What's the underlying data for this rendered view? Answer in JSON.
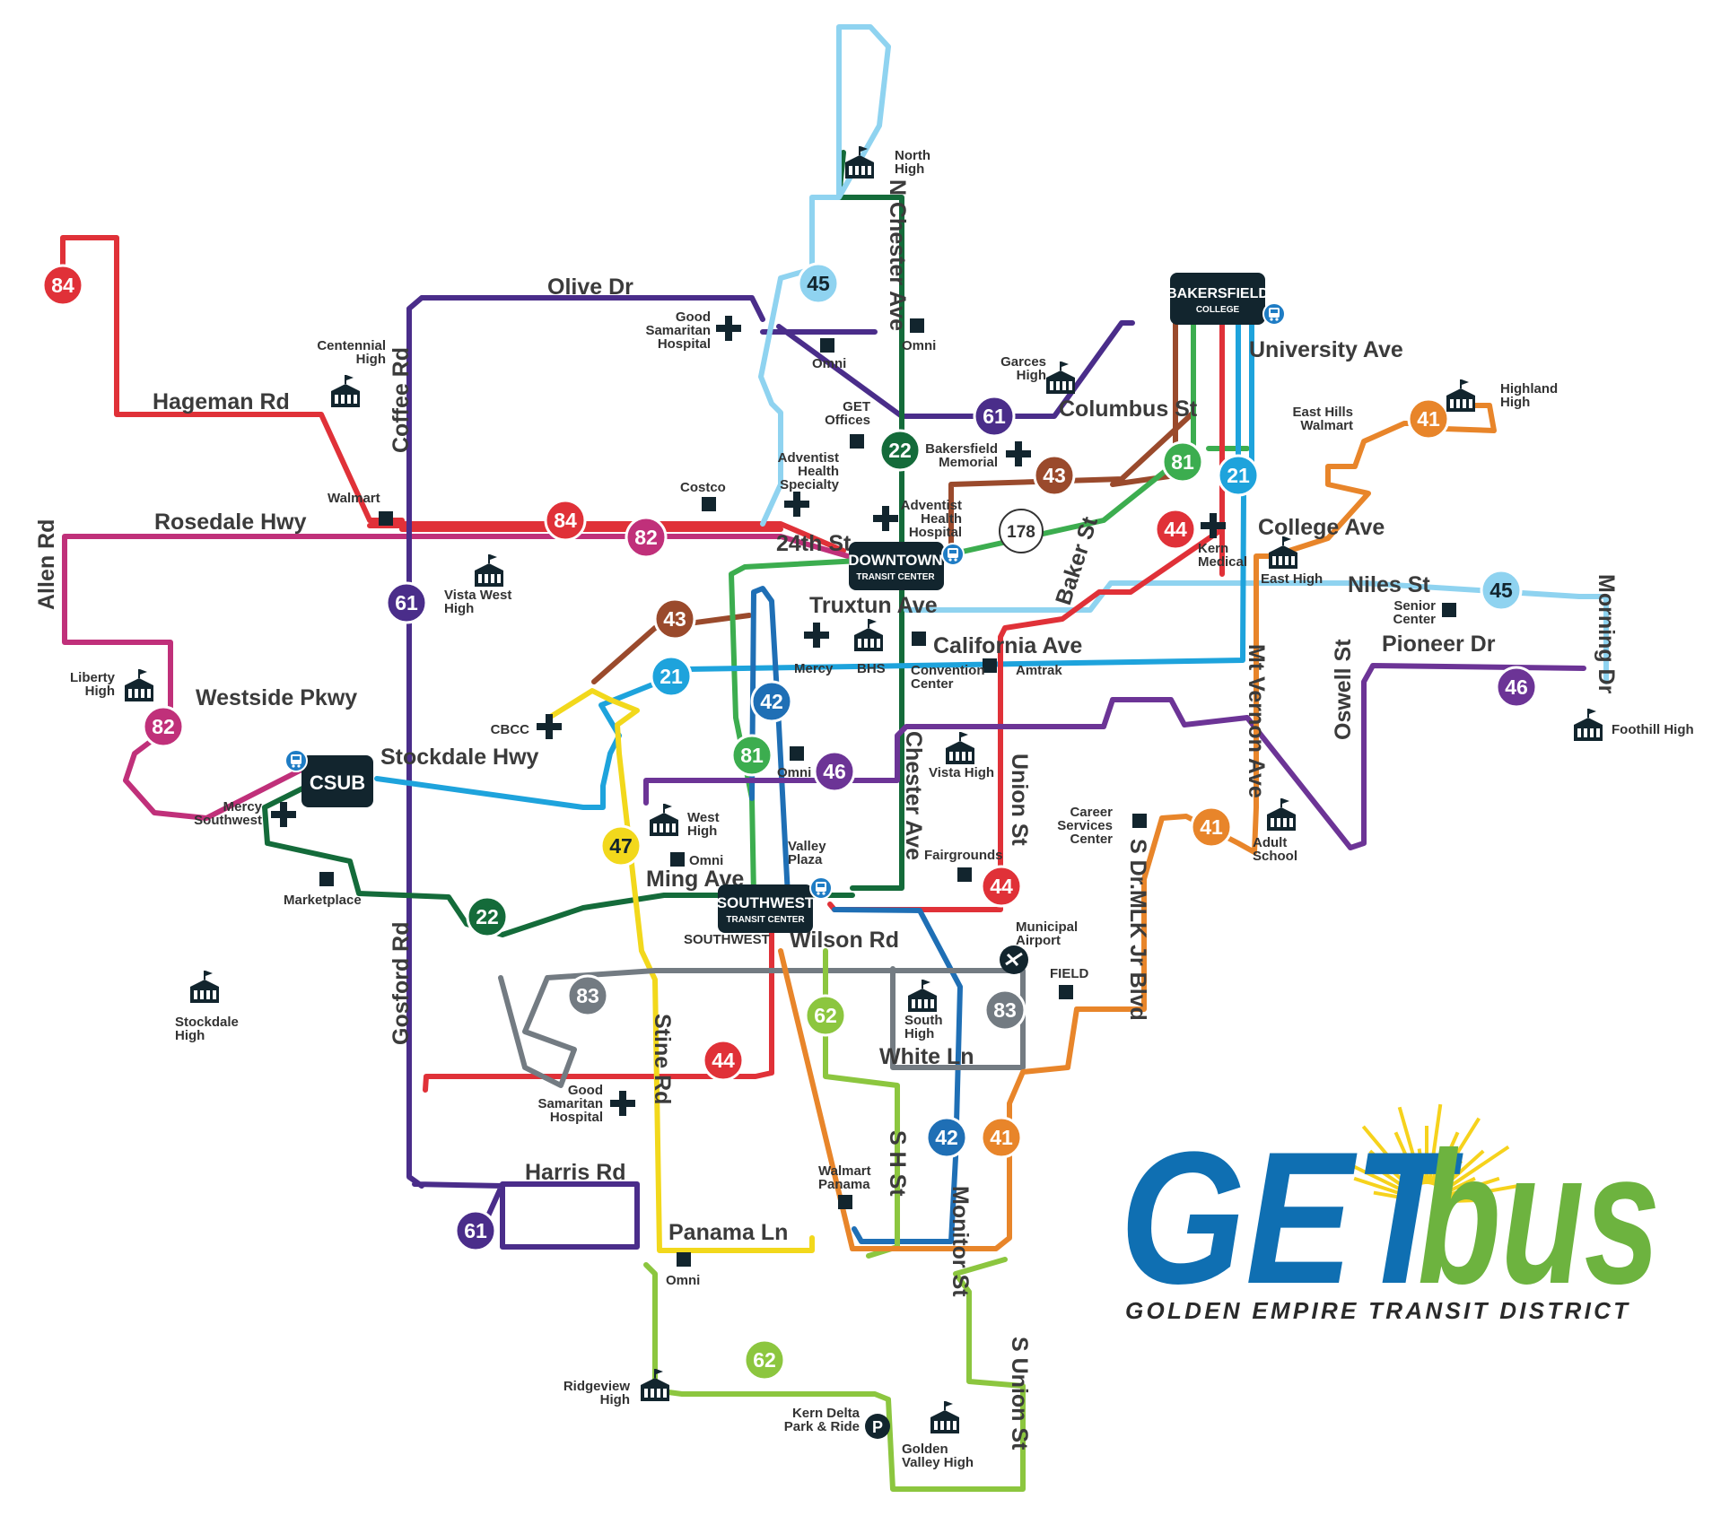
{
  "colors": {
    "r84": "#e03138",
    "r82": "#c0307a",
    "r61": "#4a2d8a",
    "r22": "#146b3a",
    "r45": "#8fd3f0",
    "r43": "#9a4a2c",
    "r81": "#3cad4f",
    "r21": "#1ea3dc",
    "r44": "#e03138",
    "r42": "#1f6fb5",
    "r46": "#6c3496",
    "r47": "#f2d81c",
    "r83": "#737b82",
    "r62": "#8cc63f",
    "r41": "#e8852a",
    "r178": "#ffffff",
    "hub": "#12252e",
    "logo_blue": "#0f6fb2",
    "logo_green": "#6db33f",
    "logo_sun": "#f6d21c"
  },
  "routes": [
    {
      "id": "84",
      "label": "84"
    },
    {
      "id": "82",
      "label": "82"
    },
    {
      "id": "61",
      "label": "61"
    },
    {
      "id": "22",
      "label": "22"
    },
    {
      "id": "45",
      "label": "45"
    },
    {
      "id": "43",
      "label": "43"
    },
    {
      "id": "81",
      "label": "81"
    },
    {
      "id": "21",
      "label": "21"
    },
    {
      "id": "44",
      "label": "44"
    },
    {
      "id": "42",
      "label": "42"
    },
    {
      "id": "46",
      "label": "46"
    },
    {
      "id": "47",
      "label": "47"
    },
    {
      "id": "83",
      "label": "83"
    },
    {
      "id": "62",
      "label": "62"
    },
    {
      "id": "41",
      "label": "41"
    },
    {
      "id": "178",
      "label": "178"
    }
  ],
  "streets": {
    "olive_dr": "Olive Dr",
    "hageman_rd": "Hageman Rd",
    "rosedale_hwy": "Rosedale Hwy",
    "allen_rd": "Allen Rd",
    "coffee_rd": "Coffee Rd",
    "westside_pkwy": "Westside Pkwy",
    "stockdale_hwy": "Stockdale Hwy",
    "gosford_rd": "Gosford Rd",
    "harris_rd": "Harris Rd",
    "ming_ave": "Ming Ave",
    "stine_rd": "Stine Rd",
    "panama_ln": "Panama Ln",
    "wilson_rd": "Wilson Rd",
    "white_ln": "White Ln",
    "s_h_st": "S H St",
    "monitor_st": "Monitor St",
    "s_union_st": "S Union St",
    "n_chester_ave": "N Chester Ave",
    "chester_ave": "Chester Ave",
    "columbus_st": "Columbus St",
    "university_ave": "University Ave",
    "st_24th": "24th St",
    "truxtun_ave": "Truxtun Ave",
    "california_ave": "California Ave",
    "baker_st": "Baker St",
    "union_st": "Union St",
    "college_ave": "College Ave",
    "niles_st": "Niles St",
    "pioneer_dr": "Pioneer Dr",
    "morning_dr": "Morning Dr",
    "oswell_st": "Oswell St",
    "mt_vernon_ave": "Mt Vernon Ave",
    "s_dr_mlk": "S Dr.MLK Jr Blvd"
  },
  "places": {
    "north_high": "North\nHigh",
    "good_samaritan_1": "Good\nSamaritan\nHospital",
    "omni_1": "Omni",
    "omni_2": "Omni",
    "omni_3": "Omni",
    "omni_4": "Omni",
    "omni_5": "Omni",
    "centennial_high": "Centennial\nHigh",
    "garces_high": "Garces\nHigh",
    "get_offices": "GET\nOffices",
    "adventist_specialty": "Adventist\nHealth\nSpecialty",
    "bakersfield_memorial": "Bakersfield\nMemorial",
    "adventist_hospital": "Adventist\nHealth\nHospital",
    "costco": "Costco",
    "walmart_1": "Walmart",
    "vista_west_high": "Vista West\nHigh",
    "kern_medical": "Kern\nMedical",
    "east_hills_walmart": "East Hills\nWalmart",
    "highland_high": "Highland\nHigh",
    "east_high": "East High",
    "senior_center": "Senior\nCenter",
    "liberty_high": "Liberty\nHigh",
    "mercy": "Mercy",
    "bhs": "BHS",
    "convention_center": "Convention\nCenter",
    "amtrak": "Amtrak",
    "cbcc": "CBCC",
    "foothill_high": "Foothill High",
    "mercy_southwest": "Mercy\nSouthwest",
    "vista_high": "Vista High",
    "west_high": "West\nHigh",
    "career_services": "Career\nServices\nCenter",
    "adult_school": "Adult\nSchool",
    "valley_plaza": "Valley\nPlaza",
    "fairgrounds": "Fairgrounds",
    "marketplace": "Marketplace",
    "southwest": "SOUTHWEST",
    "municipal_airport": "Municipal\nAirport",
    "field": "FIELD",
    "stockdale_high": "Stockdale\nHigh",
    "south_high": "South\nHigh",
    "good_samaritan_2": "Good\nSamaritan\nHospital",
    "walmart_panama": "Walmart\nPanama",
    "ridgeview_high": "Ridgeview\nHigh",
    "kern_delta": "Kern Delta\nPark & Ride",
    "golden_valley_high": "Golden\nValley High"
  },
  "hubs": {
    "bakersfield_college": {
      "line1": "BAKERSFIELD",
      "line2": "COLLEGE"
    },
    "downtown": {
      "line1": "DOWNTOWN",
      "line2": "TRANSIT CENTER"
    },
    "southwest": {
      "line1": "SOUTHWEST",
      "line2": "TRANSIT CENTER"
    },
    "csub": {
      "line1": "CSUB"
    }
  },
  "logo": {
    "word1": "GET",
    "word2": "bus",
    "tagline": "GOLDEN EMPIRE TRANSIT DISTRICT"
  }
}
